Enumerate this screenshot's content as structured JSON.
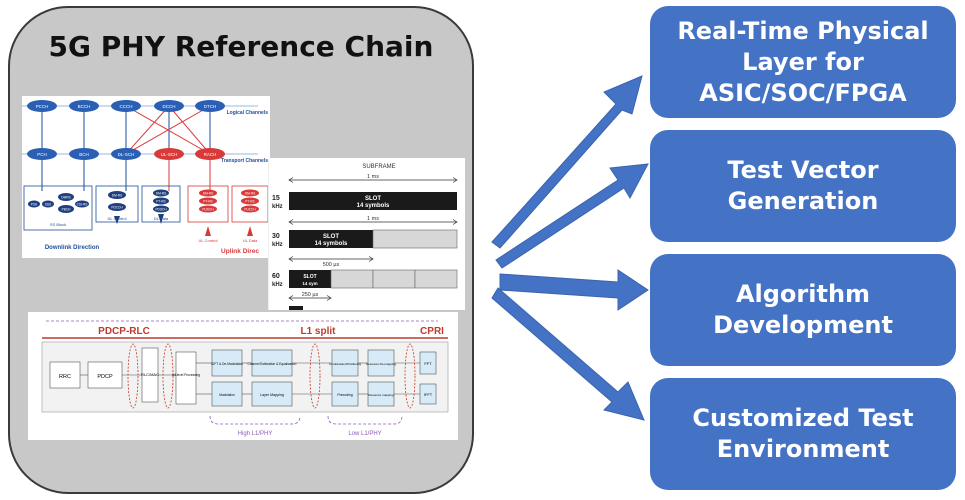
{
  "title": "5G PHY Reference Chain",
  "outputs": [
    {
      "label": "Real-Time Physical\nLayer for\nASIC/SOC/FPGA"
    },
    {
      "label": "Test Vector\nGeneration"
    },
    {
      "label": "Algorithm\nDevelopment"
    },
    {
      "label": "Customized Test\nEnvironment"
    }
  ],
  "channels_image": {
    "logical_channels_label": "Logical Channels",
    "transport_channels_label": "Transport Channels",
    "logical": [
      "PCCH",
      "BCCH",
      "CCCH",
      "DCCH",
      "DTCH"
    ],
    "transport": [
      "PCH",
      "BCH",
      "DL-SCH",
      "UL-SCH",
      "RACH"
    ],
    "downlink_label": "Downlink Direction",
    "uplink_label": "Uplink Direc",
    "ssb_label": "SS Block",
    "dl_control_label": "DL Control",
    "dl_data_label": "DL Data",
    "ul_control_label": "UL Control",
    "ul_data_label": "UL Data",
    "physical_downlink": [
      "PSS",
      "SSS",
      "DMRS",
      "PBCH",
      "CSI-RS",
      "DM-RS",
      "PDCCH",
      "DM-RS",
      "PT-RS",
      "PDSCH"
    ],
    "physical_uplink": [
      "DM-RS",
      "PT-RS",
      "PUSCH",
      "DM-RS",
      "PT-RS",
      "PUCCH"
    ]
  },
  "subframe_image": {
    "title": "SUBFRAME",
    "rows": [
      {
        "freq": "15",
        "unit": "kHz",
        "slot": "SLOT",
        "symbols": "14 symbols"
      },
      {
        "freq": "30",
        "unit": "kHz",
        "slot": "SLOT",
        "symbols": "14 symbols"
      },
      {
        "freq": "60",
        "unit": "kHz",
        "slot": "SLOT",
        "symbols": "14 sym"
      }
    ],
    "durations": [
      "1 ms",
      "1 ms",
      "500 µs",
      "250 µs"
    ]
  },
  "split_image": {
    "pdcp_rlc": "PDCP-RLC",
    "l1_split": "L1 split",
    "cpri": "CPRI",
    "high_l1": "High L1/PHY",
    "low_l1": "Low L1/PHY",
    "blocks": [
      "RRC",
      "PDCP",
      "RLC/MAC",
      "Bit-level Processing",
      "IDFT & De-Modulation",
      "Channel Estimation & Equalization",
      "Combination/Prefiltering",
      "Resource De-mapping",
      "FFT",
      "Modulation",
      "Layer Mapping",
      "Precoding",
      "Resource mapping",
      "IFFT"
    ]
  }
}
